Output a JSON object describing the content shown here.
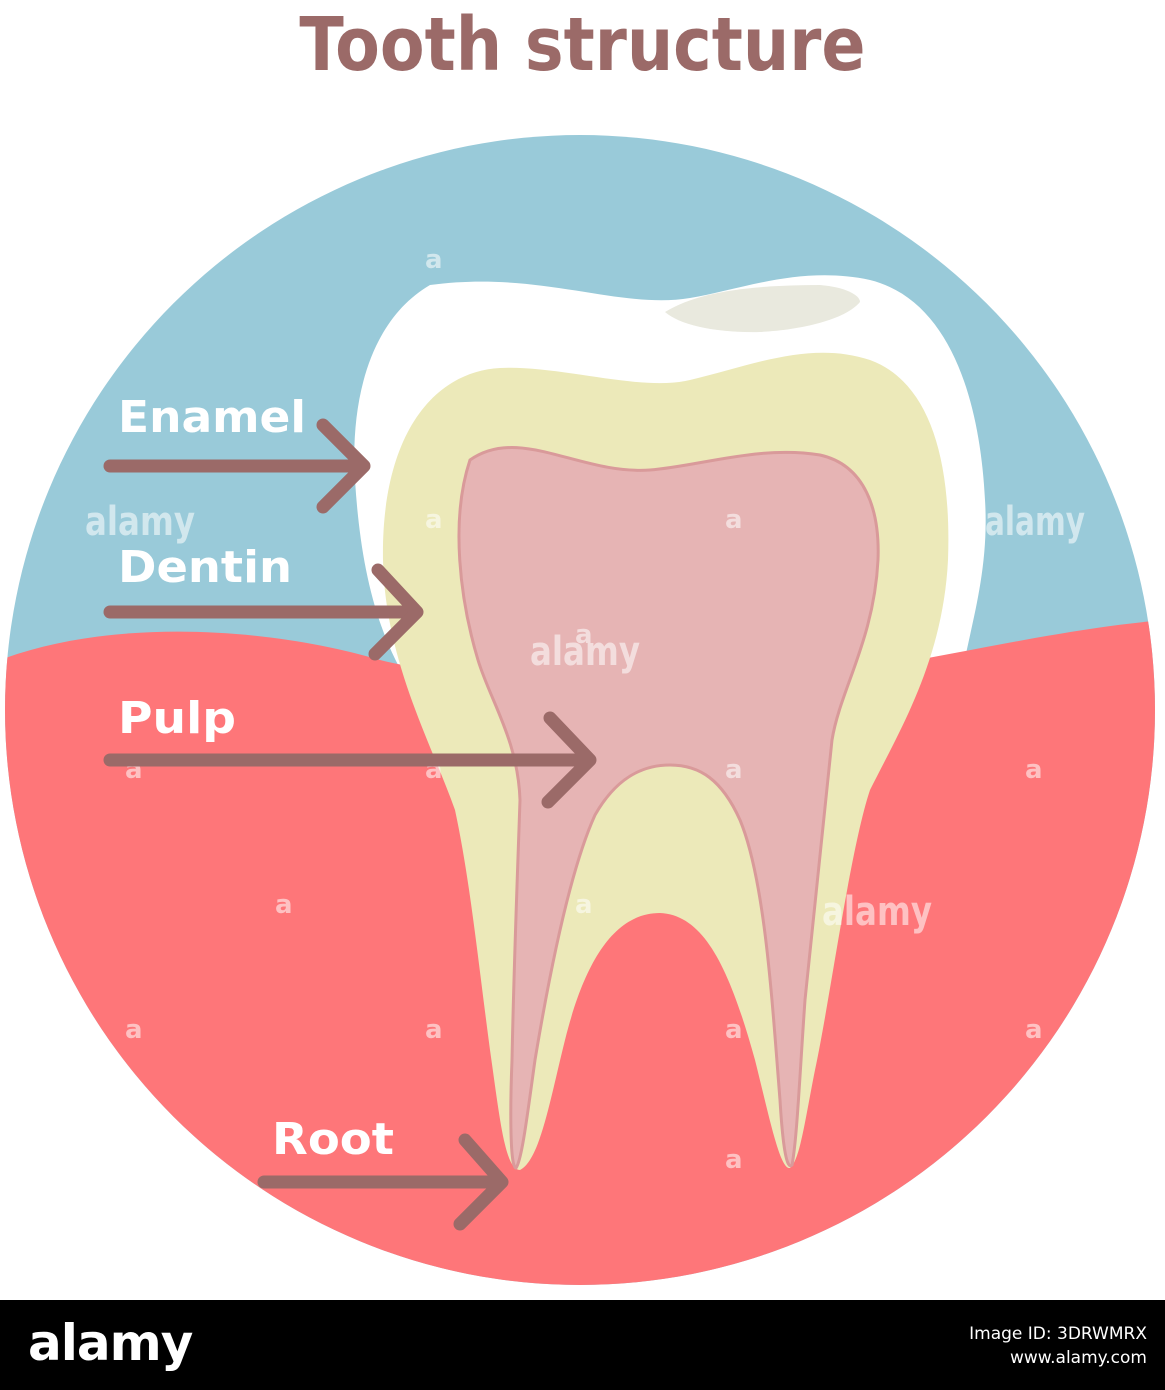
{
  "title": "Tooth structure",
  "labels": {
    "enamel": "Enamel",
    "dentin": "Dentin",
    "pulp": "Pulp",
    "root": "Root"
  },
  "watermark": {
    "text": "alamy",
    "small_mark": "a"
  },
  "footer": {
    "brand": "alamy",
    "image_id": "Image ID: 3DRWMRX",
    "url": "www.alamy.com"
  },
  "colors": {
    "title": "#9b6a68",
    "sky": "#99cad9",
    "gum": "#fe7679",
    "enamel": "#ffffff",
    "dentin": "#ece9b9",
    "pulp": "#e6b4b4",
    "arrow": "#9b6a68"
  }
}
